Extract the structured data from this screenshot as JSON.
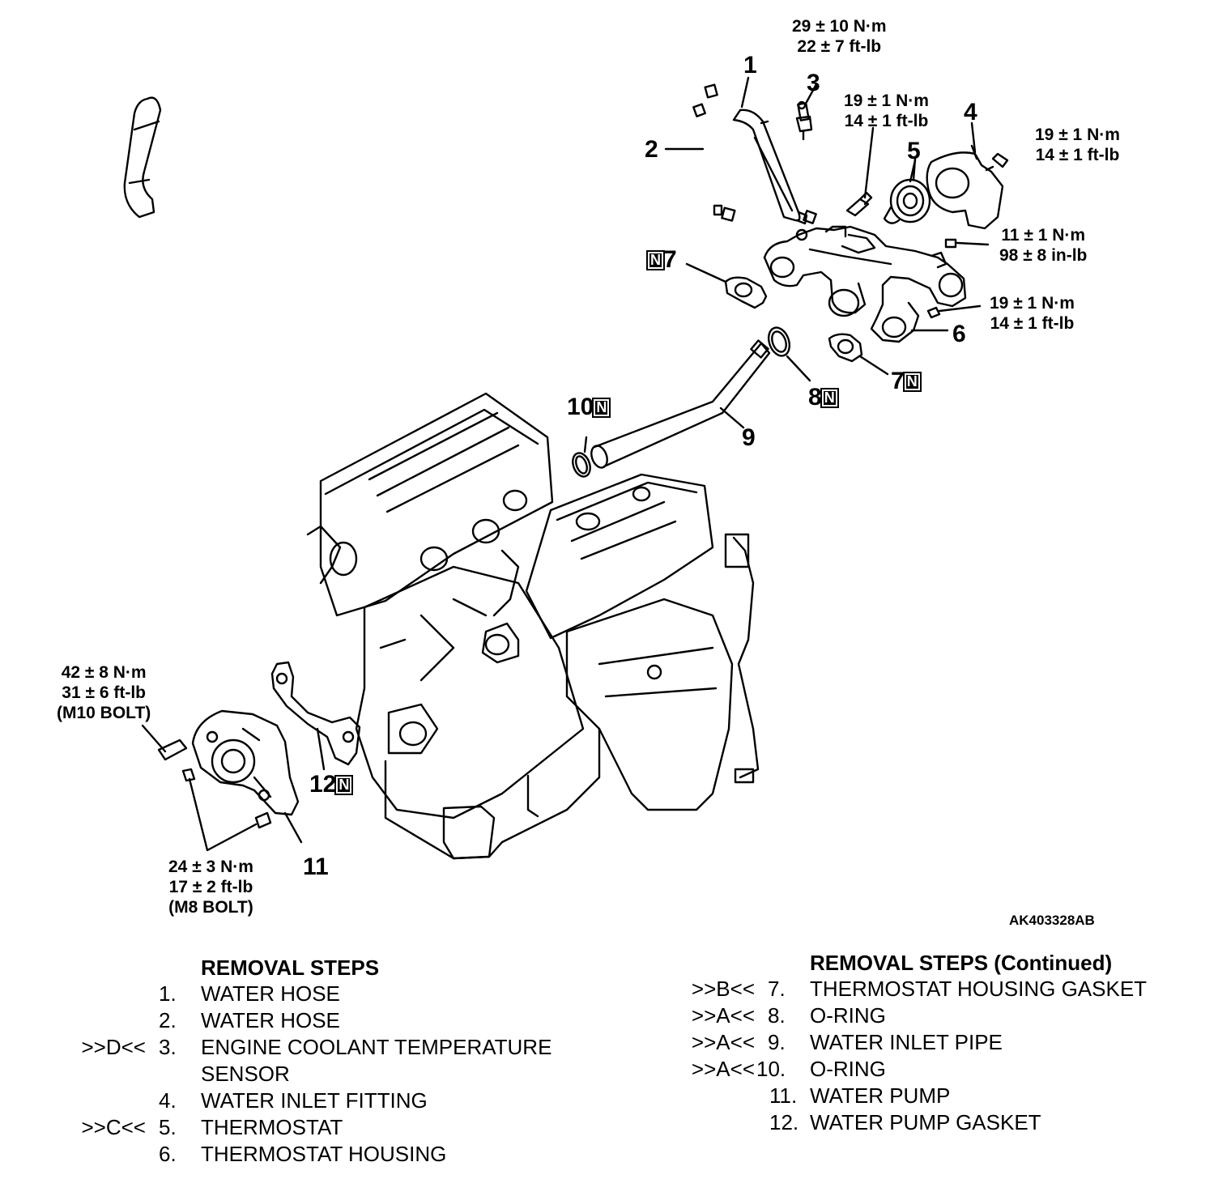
{
  "diagram": {
    "code": "AK403328AB",
    "new_part_mark": "N",
    "callouts": {
      "c1": "1",
      "c2": "2",
      "c3": "3",
      "c4": "4",
      "c5": "5",
      "c6": "6",
      "c7a": "7",
      "c7b": "7",
      "c8": "8",
      "c9": "9",
      "c10": "10",
      "c11": "11",
      "c12": "12"
    },
    "torques": {
      "sensor": [
        "29 ± 10 N·m",
        "22 ± 7 ft-lb"
      ],
      "housing_bolt": [
        "19 ± 1 N·m",
        "14 ± 1 ft-lb"
      ],
      "fitting_bolt": [
        "19 ± 1 N·m",
        "14 ± 1 ft-lb"
      ],
      "small_bolt": [
        "11 ± 1 N·m",
        "98 ± 8 in-lb"
      ],
      "lower_bolt": [
        "19 ± 1 N·m",
        "14 ± 1 ft-lb"
      ],
      "pump_m10": [
        "42 ± 8 N·m",
        "31 ± 6 ft-lb",
        "(M10 BOLT)"
      ],
      "pump_m8": [
        "24 ± 3 N·m",
        "17 ± 2 ft-lb",
        "(M8 BOLT)"
      ]
    }
  },
  "removal_steps": {
    "heading": "REMOVAL STEPS",
    "items": [
      {
        "ref": "",
        "num": "1.",
        "text": "WATER HOSE"
      },
      {
        "ref": "",
        "num": "2.",
        "text": "WATER HOSE"
      },
      {
        "ref": ">>D<<",
        "num": "3.",
        "text": "ENGINE COOLANT TEMPERATURE"
      },
      {
        "ref": "",
        "num": "",
        "text": "SENSOR"
      },
      {
        "ref": "",
        "num": "4.",
        "text": "WATER INLET FITTING"
      },
      {
        "ref": ">>C<<",
        "num": "5.",
        "text": "THERMOSTAT"
      },
      {
        "ref": "",
        "num": "6.",
        "text": "THERMOSTAT HOUSING"
      }
    ]
  },
  "removal_steps_cont": {
    "heading": "REMOVAL STEPS (Continued)",
    "items": [
      {
        "ref": ">>B<<",
        "num": "7.",
        "text": "THERMOSTAT HOUSING GASKET"
      },
      {
        "ref": ">>A<<",
        "num": "8.",
        "text": "O-RING"
      },
      {
        "ref": ">>A<<",
        "num": "9.",
        "text": "WATER INLET PIPE"
      },
      {
        "ref": ">>A<<",
        "num": "10.",
        "text": "O-RING"
      },
      {
        "ref": "",
        "num": "11.",
        "text": "WATER PUMP"
      },
      {
        "ref": "",
        "num": "12.",
        "text": "WATER PUMP GASKET"
      }
    ]
  }
}
